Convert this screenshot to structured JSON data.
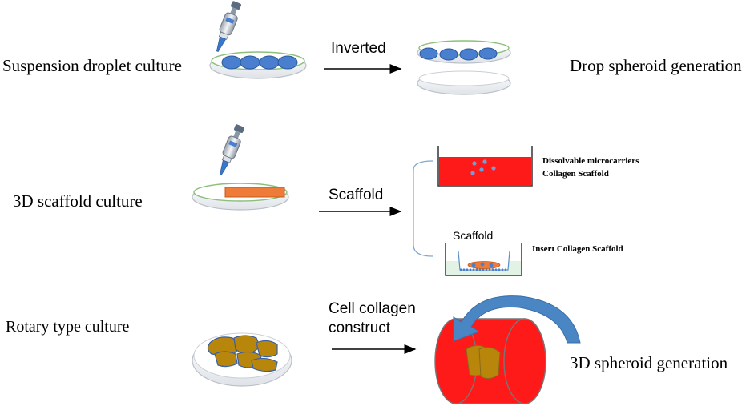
{
  "rows": [
    {
      "method": "Suspension droplet culture",
      "arrow_label": "Inverted",
      "result": "Drop spheroid generation"
    },
    {
      "method": "3D scaffold culture",
      "arrow_label": "Scaffold",
      "result_top_line1": "Dissolvable microcarriers",
      "result_top_line2": "Collagen Scaffold",
      "insert_tag": "Scaffold",
      "result_bottom": "Insert Collagen Scaffold"
    },
    {
      "method": "Rotary type culture",
      "arrow_label_line1": "Cell collagen",
      "arrow_label_line2": "construct",
      "result": "3D spheroid generation"
    }
  ],
  "colors": {
    "droplet_blue": "#4a7fd0",
    "scaffold_orange": "#ef7b38",
    "culture_red": "#ff1a1a",
    "cell_brown": "#b8860b",
    "rotation_arrow": "#4a86c4",
    "dish_rim": "#8cbf7a"
  },
  "icons": [
    "pipette-icon",
    "petri-dish-icon",
    "rotation-arrow-icon"
  ]
}
